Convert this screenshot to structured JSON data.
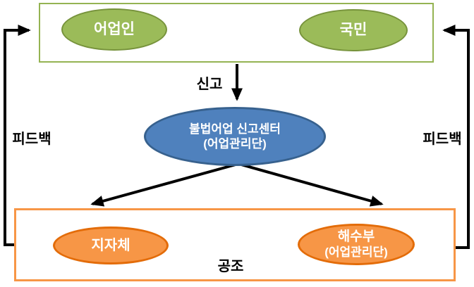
{
  "diagram": {
    "title_semantic": "illegal-fishing-report-flow",
    "top_group": {
      "fishermen_label": "어업인",
      "citizens_label": "국민"
    },
    "center_node": {
      "line1": "불법어업 신고센터",
      "line2": "(어업관리단)"
    },
    "bottom_group": {
      "local_gov_label": "지자체",
      "ministry_line1": "해수부",
      "ministry_line2": "(어업관리단)"
    },
    "edge_labels": {
      "report": "신고",
      "cooperation": "공조",
      "feedback_left": "피드백",
      "feedback_right": "피드백"
    },
    "colors": {
      "green_fill": "#9bbb59",
      "green_border": "#77933c",
      "green_box_border": "#94b352",
      "blue_fill": "#4f81bd",
      "blue_border": "#37618e",
      "orange_fill": "#f79646",
      "orange_border": "#e36c09",
      "arrow_color": "#000000",
      "background": "#ffffff"
    }
  }
}
